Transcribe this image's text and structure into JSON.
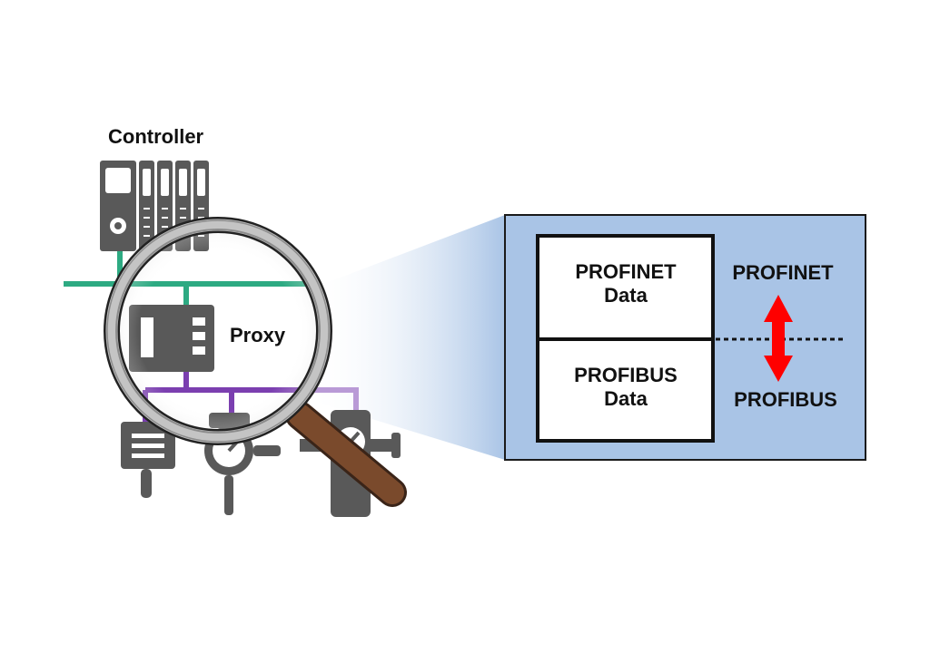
{
  "labels": {
    "controller": "Controller",
    "proxy": "Proxy",
    "profinet_data": [
      "PROFINET",
      "Data"
    ],
    "profibus_data": [
      "PROFIBUS",
      "Data"
    ],
    "profinet_side": "PROFINET",
    "profibus_side": "PROFIBUS"
  },
  "colors": {
    "profinet_bus": "#2daa82",
    "profibus_bus": "#7b3fb0",
    "device_gray": "#595959",
    "zoom_panel": "#a9c4e6",
    "arrow": "#ff0000",
    "magnifier_handle": "#7a4a2c",
    "magnifier_rim": "#bfbfbf"
  },
  "icons": [
    "plc-controller-icon",
    "proxy-device-icon",
    "field-transmitter-icon",
    "pressure-gauge-icon",
    "valve-icon",
    "magnifying-glass-icon",
    "double-arrow-icon"
  ]
}
